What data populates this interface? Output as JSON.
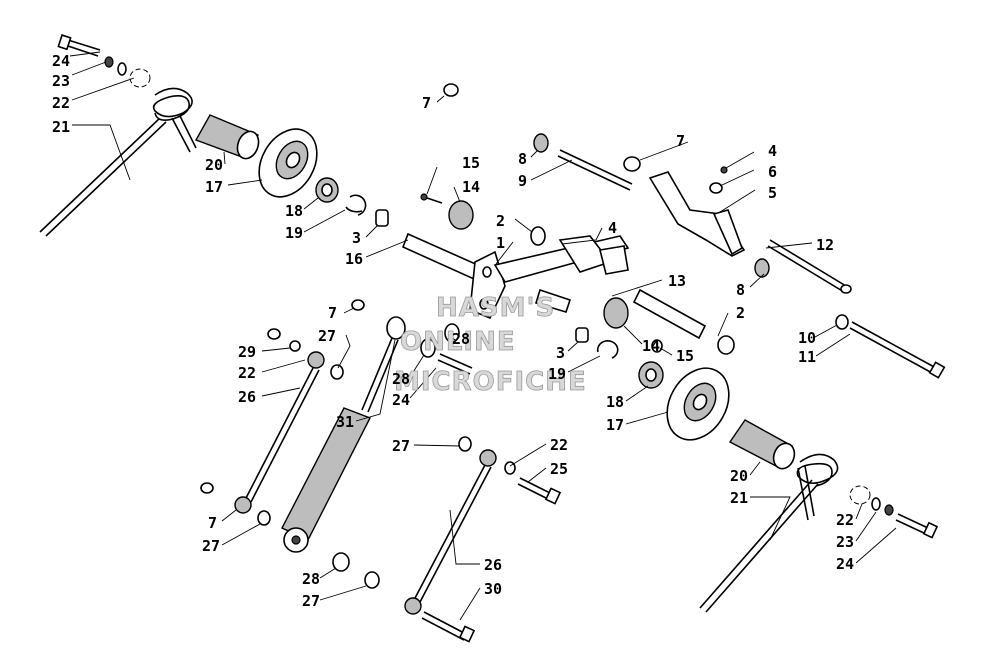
{
  "watermark": {
    "line1": "HASM'S",
    "line2": "ONLINE",
    "line3": "MICROFICHE"
  },
  "callouts": [
    "24",
    "23",
    "22",
    "21",
    "20",
    "17",
    "18",
    "19",
    "3",
    "16",
    "7",
    "8",
    "9",
    "7",
    "4",
    "6",
    "5",
    "12",
    "15",
    "14",
    "2",
    "1",
    "4",
    "13",
    "8",
    "2",
    "10",
    "11",
    "7",
    "27",
    "29",
    "22",
    "26",
    "28",
    "28",
    "24",
    "31",
    "3",
    "19",
    "14",
    "15",
    "18",
    "17",
    "20",
    "21",
    "27",
    "22",
    "25",
    "7",
    "27",
    "28",
    "27",
    "26",
    "30",
    "22",
    "23",
    "24"
  ]
}
